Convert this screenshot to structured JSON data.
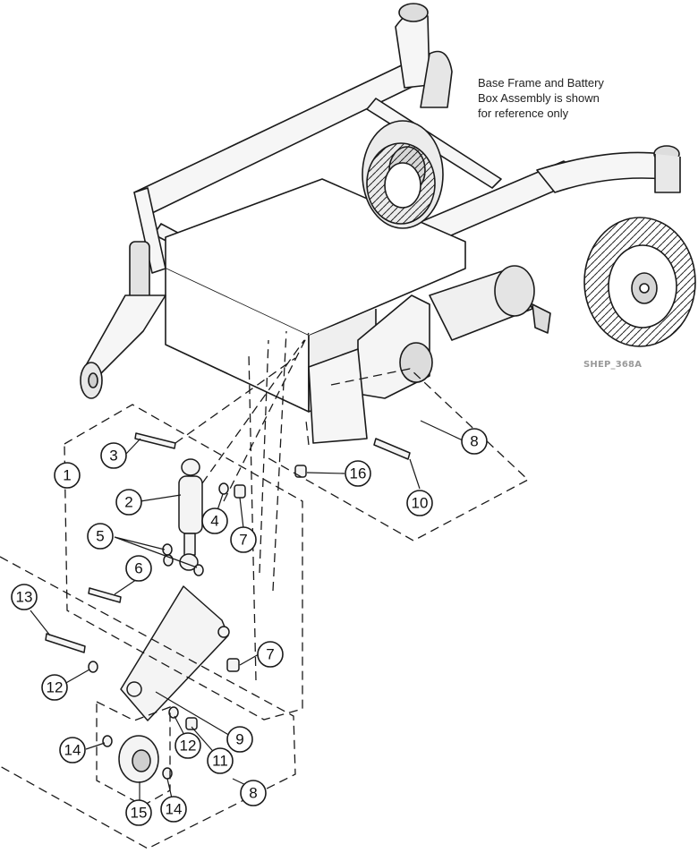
{
  "note": {
    "line1": "Base Frame and Battery",
    "line2": "Box Assembly is shown",
    "line3": "for reference only"
  },
  "figure_id": "SHEP_368A",
  "callouts": [
    "1",
    "2",
    "3",
    "4",
    "5",
    "6",
    "7",
    "7",
    "8",
    "8",
    "9",
    "10",
    "11",
    "12",
    "12",
    "13",
    "14",
    "14",
    "15",
    "16"
  ],
  "colors": {
    "line": "#1a1a1a",
    "frame_fill": "#f4f4f4",
    "figure_id": "#9a9a9a"
  }
}
